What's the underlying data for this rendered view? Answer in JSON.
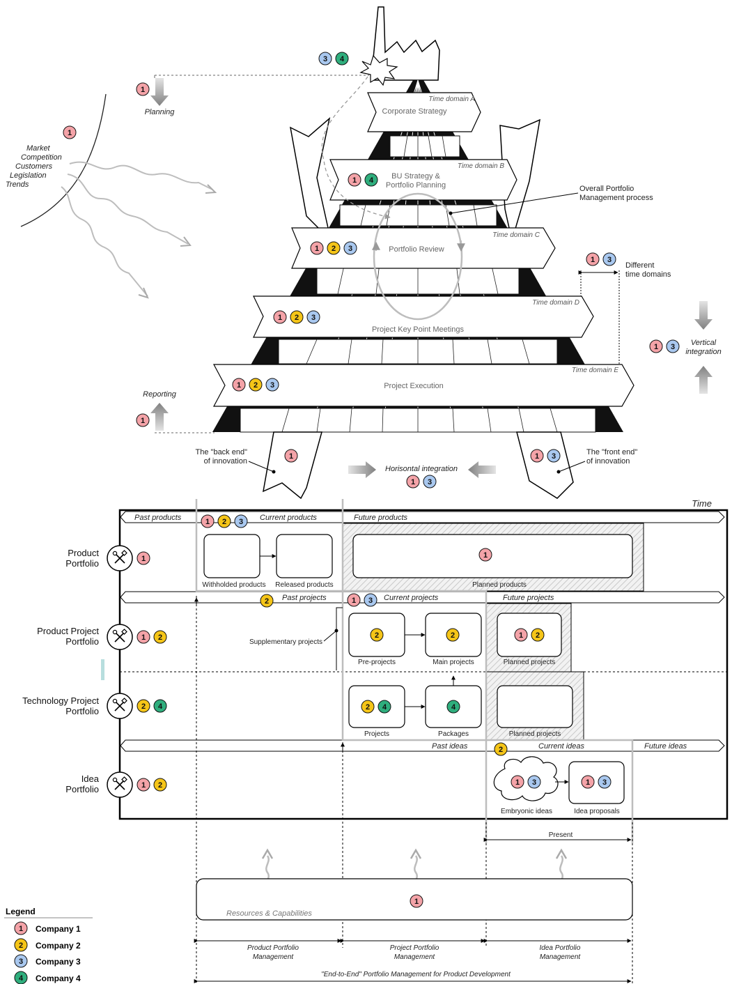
{
  "colors": {
    "company1": "#f4a3a8",
    "company2": "#f5c518",
    "company3": "#a9c8ef",
    "company4": "#2fae7d",
    "grey": "#bdbdbd"
  },
  "pyramid": {
    "corporate": {
      "label": "Corporate Strategy",
      "domain": "Time domain A"
    },
    "bu": {
      "label1": "BU Strategy &",
      "label2": "Portfolio Planning",
      "domain": "Time domain B"
    },
    "review": {
      "label": "Portfolio Review",
      "domain": "Time domain C"
    },
    "keypoint": {
      "label": "Project Key Point Meetings",
      "domain": "Time domain D"
    },
    "execution": {
      "label": "Project Execution",
      "domain": "Time domain E"
    }
  },
  "annotations": {
    "planning": "Planning",
    "reporting": "Reporting",
    "market": [
      "Market",
      "Competition",
      "Customers",
      "Legislation",
      "Trends"
    ],
    "overall1": "Overall Portfolio",
    "overall2": "Management process",
    "diff1": "Different",
    "diff2": "time domains",
    "vert1": "Vertical",
    "vert2": "integration",
    "back1": "The \"back end\"",
    "back2": "of innovation",
    "front1": "The \"front end\"",
    "front2": "of innovation",
    "horizontal": "Horisontal integration"
  },
  "matrix": {
    "time": "Time",
    "product_band": {
      "past": "Past products",
      "current": "Current products",
      "future": "Future products"
    },
    "project_band": {
      "past": "Past projects",
      "current": "Current projects",
      "future": "Future projects"
    },
    "idea_band": {
      "past": "Past ideas",
      "current": "Current ideas",
      "future": "Future ideas"
    },
    "rows": [
      {
        "line1": "Product",
        "line2": "Portfolio"
      },
      {
        "line1": "Product Project",
        "line2": "Portfolio"
      },
      {
        "line1": "Technology Project",
        "line2": "Portfolio"
      },
      {
        "line1": "Idea",
        "line2": "Portfolio"
      }
    ],
    "boxes": {
      "withheld": "Withholded products",
      "released": "Released products",
      "planned_products": "Planned products",
      "supplementary": "Supplementary projects",
      "preprojects": "Pre-projects",
      "mainprojects": "Main projects",
      "planned_projects1": "Planned projects",
      "projects": "Projects",
      "packages": "Packages",
      "planned_projects2": "Planned projects",
      "embryonic": "Embryonic ideas",
      "proposals": "Idea proposals"
    },
    "present": "Present",
    "resources": "Resources & Capabilities"
  },
  "management": {
    "ppm1": "Product Portfolio",
    "ppm2": "Management",
    "pjm1": "Project Portfolio",
    "pjm2": "Management",
    "ipm1": "Idea Portfolio",
    "ipm2": "Management",
    "e2e": "\"End-to-End\" Portfolio Management for Product Development"
  },
  "legend": {
    "title": "Legend",
    "items": [
      "Company 1",
      "Company 2",
      "Company 3",
      "Company 4"
    ]
  }
}
